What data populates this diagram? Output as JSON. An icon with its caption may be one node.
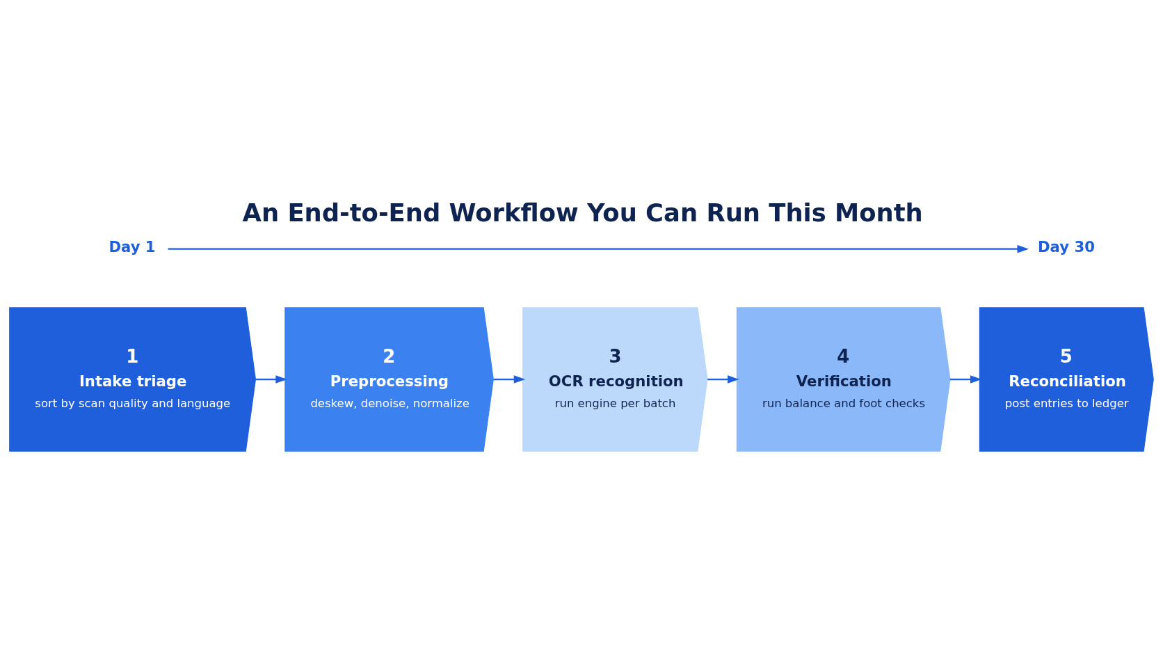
{
  "diagram": {
    "title": "An End-to-End Workflow You Can Run This Month",
    "nodes": [
      {
        "text": [
          "1",
          "Intake triage",
          "sort by scan quality and language"
        ]
      },
      {
        "text": [
          "2",
          "Preprocessing",
          "deskew, denoise, normalize"
        ]
      },
      {
        "text": [
          "3",
          "OCR recognition",
          "run engine per batch"
        ]
      },
      {
        "text": [
          "4",
          "Verification",
          "run balance and foot checks"
        ]
      },
      {
        "text": [
          "5",
          "Reconciliation",
          "post entries to ledger"
        ]
      },
      {
        "text": [
          "Day 1"
        ]
      },
      {
        "text": [
          "Day 30"
        ]
      }
    ],
    "edges": [
      {
        "from": 0,
        "to": 1,
        "arrow": "to"
      },
      {
        "from": 1,
        "to": 2,
        "arrow": "to"
      },
      {
        "from": 2,
        "to": 3,
        "arrow": "to"
      },
      {
        "from": 3,
        "to": 4,
        "arrow": "to"
      },
      {
        "from": 5,
        "to": 6,
        "arrow": "to"
      }
    ]
  }
}
